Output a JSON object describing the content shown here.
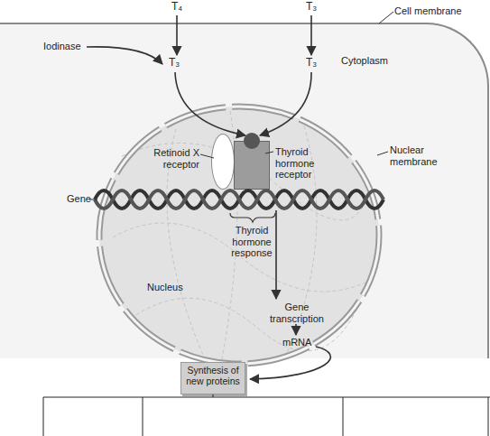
{
  "diagram": {
    "nodes": [
      {
        "text": [
          "Cell membrane",
          "Cytoplasm"
        ]
      },
      {
        "text": [
          "Nuclear membrane",
          "Nucleus"
        ],
        "in": 0
      },
      {
        "text": [
          "Retinoid X receptor"
        ],
        "in": 1
      },
      {
        "text": [
          "Thyroid hormone receptor"
        ],
        "in": 1
      },
      {
        "text": [
          "Synthesis of new proteins"
        ]
      }
    ],
    "labels": [
      "T₄",
      "T₃",
      "Iodinase",
      "T₃",
      "T₃",
      "Gene",
      "Thyroid hormone response",
      "Gene transcription",
      "mRNA"
    ]
  }
}
